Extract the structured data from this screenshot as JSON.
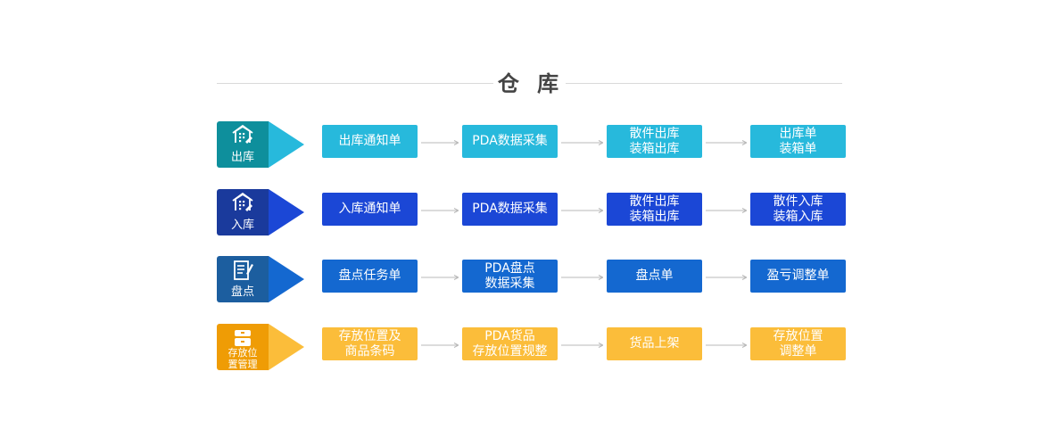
{
  "title": "仓 库",
  "rows": [
    {
      "id": "outbound",
      "label_lines": [
        "出库"
      ],
      "icon": "building-edit-icon",
      "colors": {
        "tag": "#0e8f9c",
        "point": "#27b9dc",
        "box": "#27b9dc",
        "text": "#ffffff"
      },
      "steps": [
        {
          "lines": [
            "出库通知单"
          ]
        },
        {
          "lines": [
            "PDA数据采集"
          ]
        },
        {
          "lines": [
            "散件出库",
            "装箱出库"
          ]
        },
        {
          "lines": [
            "出库单",
            "装箱单"
          ]
        }
      ]
    },
    {
      "id": "inbound",
      "label_lines": [
        "入库"
      ],
      "icon": "building-edit-icon",
      "colors": {
        "tag": "#1a3a9c",
        "point": "#1b47d6",
        "box": "#1b47d6",
        "text": "#ffffff"
      },
      "steps": [
        {
          "lines": [
            "入库通知单"
          ]
        },
        {
          "lines": [
            "PDA数据采集"
          ]
        },
        {
          "lines": [
            "散件出库",
            "装箱出库"
          ]
        },
        {
          "lines": [
            "散件入库",
            "装箱入库"
          ]
        }
      ]
    },
    {
      "id": "inventory-count",
      "label_lines": [
        "盘点"
      ],
      "icon": "checklist-pen-icon",
      "colors": {
        "tag": "#1c5e9f",
        "point": "#1468d0",
        "box": "#1468d0",
        "text": "#ffffff"
      },
      "steps": [
        {
          "lines": [
            "盘点任务单"
          ]
        },
        {
          "lines": [
            "PDA盘点",
            "数据采集"
          ]
        },
        {
          "lines": [
            "盘点单"
          ]
        },
        {
          "lines": [
            "盈亏调整单"
          ]
        }
      ]
    },
    {
      "id": "storage-location",
      "label_lines": [
        "存放位",
        "置管理"
      ],
      "icon": "cabinet-icon",
      "colors": {
        "tag": "#ef9c05",
        "point": "#fbbd3a",
        "box": "#fbbd3a",
        "text": "#ffffff"
      },
      "steps": [
        {
          "lines": [
            "存放位置及",
            "商品条码"
          ]
        },
        {
          "lines": [
            "PDA货品",
            "存放位置规整"
          ]
        },
        {
          "lines": [
            "货品上架"
          ]
        },
        {
          "lines": [
            "存放位置",
            "调整单"
          ]
        }
      ]
    }
  ]
}
